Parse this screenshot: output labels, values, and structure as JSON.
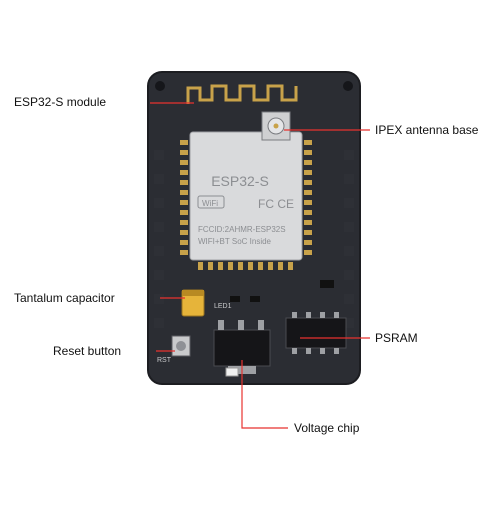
{
  "callouts": {
    "esp32_module": "ESP32-S module",
    "ipex_antenna": "IPEX antenna base",
    "tantalum_cap": "Tantalum capacitor",
    "psram": "PSRAM",
    "reset_button": "Reset button",
    "voltage_chip": "Voltage chip"
  },
  "board_text": {
    "module_name": "ESP32-S",
    "wifi_mark": "WiFi",
    "fc_mark": "FC CE",
    "fccid": "FCCID:2AHMR-ESP32S",
    "soc_line": "WIFI+BT SoC Inside",
    "led_label": "LED1",
    "rst_label": "RST"
  },
  "colors": {
    "pcb": "#2b2d33",
    "pcb_edge": "#1c1d21",
    "shield": "#d9dadc",
    "gold": "#c8a24a",
    "leader": "#e8322f",
    "tantalum": "#e6b43a"
  }
}
